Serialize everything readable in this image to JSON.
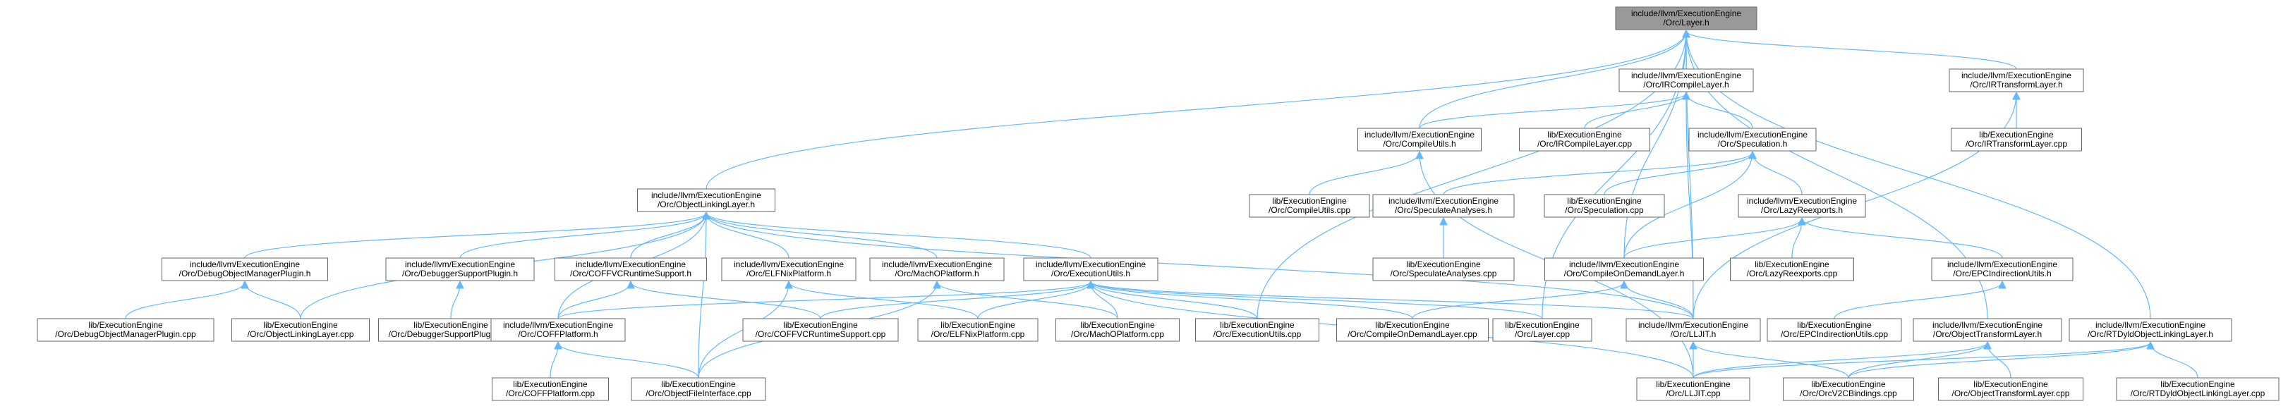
{
  "nodes": [
    {
      "id": "layer_h",
      "lines": [
        "include/llvm/ExecutionEngine",
        "/Orc/Layer.h"
      ],
      "root": true
    },
    {
      "id": "irc_h",
      "lines": [
        "include/llvm/ExecutionEngine",
        "/Orc/IRCompileLayer.h"
      ]
    },
    {
      "id": "irt_h",
      "lines": [
        "include/llvm/ExecutionEngine",
        "/Orc/IRTransformLayer.h"
      ]
    },
    {
      "id": "cu_h",
      "lines": [
        "include/llvm/ExecutionEngine",
        "/Orc/CompileUtils.h"
      ]
    },
    {
      "id": "irc_cpp",
      "lines": [
        "lib/ExecutionEngine",
        "/Orc/IRCompileLayer.cpp"
      ]
    },
    {
      "id": "spec_h",
      "lines": [
        "include/llvm/ExecutionEngine",
        "/Orc/Speculation.h"
      ]
    },
    {
      "id": "irt_cpp",
      "lines": [
        "lib/ExecutionEngine",
        "/Orc/IRTransformLayer.cpp"
      ]
    },
    {
      "id": "oll_h",
      "lines": [
        "include/llvm/ExecutionEngine",
        "/Orc/ObjectLinkingLayer.h"
      ]
    },
    {
      "id": "cu_cpp",
      "lines": [
        "lib/ExecutionEngine",
        "/Orc/CompileUtils.cpp"
      ]
    },
    {
      "id": "sa_h",
      "lines": [
        "include/llvm/ExecutionEngine",
        "/Orc/SpeculateAnalyses.h"
      ]
    },
    {
      "id": "spec_cpp",
      "lines": [
        "lib/ExecutionEngine",
        "/Orc/Speculation.cpp"
      ]
    },
    {
      "id": "lr_h",
      "lines": [
        "include/llvm/ExecutionEngine",
        "/Orc/LazyReexports.h"
      ]
    },
    {
      "id": "dom_h",
      "lines": [
        "include/llvm/ExecutionEngine",
        "/Orc/DebugObjectManagerPlugin.h"
      ]
    },
    {
      "id": "dsp_h",
      "lines": [
        "include/llvm/ExecutionEngine",
        "/Orc/DebuggerSupportPlugin.h"
      ]
    },
    {
      "id": "coffvc_h",
      "lines": [
        "include/llvm/ExecutionEngine",
        "/Orc/COFFVCRuntimeSupport.h"
      ]
    },
    {
      "id": "elfnix_h",
      "lines": [
        "include/llvm/ExecutionEngine",
        "/Orc/ELFNixPlatform.h"
      ]
    },
    {
      "id": "macho_h",
      "lines": [
        "include/llvm/ExecutionEngine",
        "/Orc/MachOPlatform.h"
      ]
    },
    {
      "id": "eu_h",
      "lines": [
        "include/llvm/ExecutionEngine",
        "/Orc/ExecutionUtils.h"
      ]
    },
    {
      "id": "sa_cpp",
      "lines": [
        "lib/ExecutionEngine",
        "/Orc/SpeculateAnalyses.cpp"
      ]
    },
    {
      "id": "cod_h",
      "lines": [
        "include/llvm/ExecutionEngine",
        "/Orc/CompileOnDemandLayer.h"
      ]
    },
    {
      "id": "lr_cpp",
      "lines": [
        "lib/ExecutionEngine",
        "/Orc/LazyReexports.cpp"
      ]
    },
    {
      "id": "epcind_h",
      "lines": [
        "include/llvm/ExecutionEngine",
        "/Orc/EPCIndirectionUtils.h"
      ]
    },
    {
      "id": "dom_cpp",
      "lines": [
        "lib/ExecutionEngine",
        "/Orc/DebugObjectManagerPlugin.cpp"
      ]
    },
    {
      "id": "oll_cpp",
      "lines": [
        "lib/ExecutionEngine",
        "/Orc/ObjectLinkingLayer.cpp"
      ]
    },
    {
      "id": "dsp_cpp",
      "lines": [
        "lib/ExecutionEngine",
        "/Orc/DebuggerSupportPlugin.cpp"
      ]
    },
    {
      "id": "coffp_h",
      "lines": [
        "include/llvm/ExecutionEngine",
        "/Orc/COFFPlatform.h"
      ]
    },
    {
      "id": "coffvc_cpp",
      "lines": [
        "lib/ExecutionEngine",
        "/Orc/COFFVCRuntimeSupport.cpp"
      ]
    },
    {
      "id": "elfnix_cpp",
      "lines": [
        "lib/ExecutionEngine",
        "/Orc/ELFNixPlatform.cpp"
      ]
    },
    {
      "id": "macho_cpp",
      "lines": [
        "lib/ExecutionEngine",
        "/Orc/MachOPlatform.cpp"
      ]
    },
    {
      "id": "eu_cpp",
      "lines": [
        "lib/ExecutionEngine",
        "/Orc/ExecutionUtils.cpp"
      ]
    },
    {
      "id": "cod_cpp",
      "lines": [
        "lib/ExecutionEngine",
        "/Orc/CompileOnDemandLayer.cpp"
      ]
    },
    {
      "id": "layer_cpp",
      "lines": [
        "lib/ExecutionEngine",
        "/Orc/Layer.cpp"
      ]
    },
    {
      "id": "lljit_h",
      "lines": [
        "include/llvm/ExecutionEngine",
        "/Orc/LLJIT.h"
      ]
    },
    {
      "id": "epcind_cpp",
      "lines": [
        "lib/ExecutionEngine",
        "/Orc/EPCIndirectionUtils.cpp"
      ]
    },
    {
      "id": "otl_h",
      "lines": [
        "include/llvm/ExecutionEngine",
        "/Orc/ObjectTransformLayer.h"
      ]
    },
    {
      "id": "rtdyld_h",
      "lines": [
        "include/llvm/ExecutionEngine",
        "/Orc/RTDyldObjectLinkingLayer.h"
      ]
    },
    {
      "id": "coffp_cpp",
      "lines": [
        "lib/ExecutionEngine",
        "/Orc/COFFPlatform.cpp"
      ]
    },
    {
      "id": "ofi_cpp",
      "lines": [
        "lib/ExecutionEngine",
        "/Orc/ObjectFileInterface.cpp"
      ]
    },
    {
      "id": "lljit_cpp",
      "lines": [
        "lib/ExecutionEngine",
        "/Orc/LLJIT.cpp"
      ]
    },
    {
      "id": "orcv2_cpp",
      "lines": [
        "lib/ExecutionEngine",
        "/Orc/OrcV2CBindings.cpp"
      ]
    },
    {
      "id": "otl_cpp",
      "lines": [
        "lib/ExecutionEngine",
        "/Orc/ObjectTransformLayer.cpp"
      ]
    },
    {
      "id": "rtdyld_cpp",
      "lines": [
        "lib/ExecutionEngine",
        "/Orc/RTDyldObjectLinkingLayer.cpp"
      ]
    }
  ],
  "edges": [
    [
      "layer_h",
      "irc_h"
    ],
    [
      "layer_h",
      "irt_h"
    ],
    [
      "layer_h",
      "cu_h"
    ],
    [
      "layer_h",
      "oll_h"
    ],
    [
      "layer_h",
      "cod_h"
    ],
    [
      "layer_h",
      "eu_cpp"
    ],
    [
      "layer_h",
      "layer_cpp"
    ],
    [
      "layer_h",
      "lljit_h"
    ],
    [
      "layer_h",
      "otl_h"
    ],
    [
      "layer_h",
      "rtdyld_h"
    ],
    [
      "irc_h",
      "cu_h"
    ],
    [
      "irc_h",
      "irc_cpp"
    ],
    [
      "irc_h",
      "spec_h"
    ],
    [
      "irc_h",
      "lljit_h"
    ],
    [
      "irt_h",
      "irt_cpp"
    ],
    [
      "irt_h",
      "lljit_h"
    ],
    [
      "cu_h",
      "cu_cpp"
    ],
    [
      "cu_h",
      "lljit_cpp"
    ],
    [
      "spec_h",
      "sa_h"
    ],
    [
      "spec_h",
      "spec_cpp"
    ],
    [
      "spec_h",
      "lr_h"
    ],
    [
      "spec_h",
      "cod_h"
    ],
    [
      "sa_h",
      "sa_cpp"
    ],
    [
      "lr_h",
      "cod_h"
    ],
    [
      "lr_h",
      "lr_cpp"
    ],
    [
      "lr_h",
      "epcind_h"
    ],
    [
      "epcind_h",
      "epcind_cpp"
    ],
    [
      "cod_h",
      "cod_cpp"
    ],
    [
      "cod_h",
      "lljit_h"
    ],
    [
      "oll_h",
      "dom_h"
    ],
    [
      "oll_h",
      "dsp_h"
    ],
    [
      "oll_h",
      "coffvc_h"
    ],
    [
      "oll_h",
      "elfnix_h"
    ],
    [
      "oll_h",
      "macho_h"
    ],
    [
      "oll_h",
      "eu_h"
    ],
    [
      "oll_h",
      "oll_cpp"
    ],
    [
      "oll_h",
      "coffp_h"
    ],
    [
      "oll_h",
      "lljit_h"
    ],
    [
      "oll_h",
      "ofi_cpp"
    ],
    [
      "dom_h",
      "dom_cpp"
    ],
    [
      "dom_h",
      "oll_cpp"
    ],
    [
      "dsp_h",
      "dsp_cpp"
    ],
    [
      "coffvc_h",
      "coffp_h"
    ],
    [
      "coffvc_h",
      "coffvc_cpp"
    ],
    [
      "elfnix_h",
      "elfnix_cpp"
    ],
    [
      "elfnix_h",
      "ofi_cpp"
    ],
    [
      "macho_h",
      "macho_cpp"
    ],
    [
      "macho_h",
      "ofi_cpp"
    ],
    [
      "eu_h",
      "coffvc_cpp"
    ],
    [
      "eu_h",
      "elfnix_cpp"
    ],
    [
      "eu_h",
      "macho_cpp"
    ],
    [
      "eu_h",
      "eu_cpp"
    ],
    [
      "eu_h",
      "cod_cpp"
    ],
    [
      "eu_h",
      "layer_cpp"
    ],
    [
      "eu_h",
      "lljit_h"
    ],
    [
      "eu_h",
      "coffp_h"
    ],
    [
      "eu_h",
      "lljit_cpp"
    ],
    [
      "coffp_h",
      "coffp_cpp"
    ],
    [
      "coffp_h",
      "ofi_cpp"
    ],
    [
      "lljit_h",
      "lljit_cpp"
    ],
    [
      "lljit_h",
      "orcv2_cpp"
    ],
    [
      "otl_h",
      "lljit_cpp"
    ],
    [
      "otl_h",
      "orcv2_cpp"
    ],
    [
      "otl_h",
      "otl_cpp"
    ],
    [
      "rtdyld_h",
      "lljit_cpp"
    ],
    [
      "rtdyld_h",
      "orcv2_cpp"
    ],
    [
      "rtdyld_h",
      "rtdyld_cpp"
    ]
  ]
}
